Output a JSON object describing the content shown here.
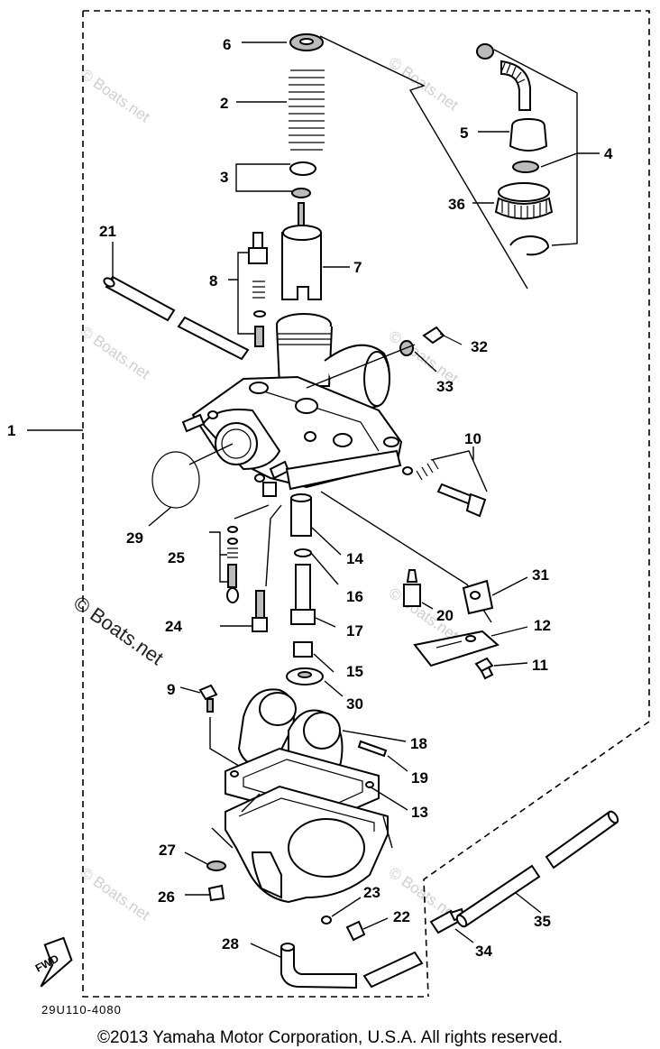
{
  "callouts": [
    {
      "id": "p1",
      "label": "1"
    },
    {
      "id": "p2",
      "label": "2"
    },
    {
      "id": "p3",
      "label": "3"
    },
    {
      "id": "p4",
      "label": "4"
    },
    {
      "id": "p5",
      "label": "5"
    },
    {
      "id": "p6",
      "label": "6"
    },
    {
      "id": "p7",
      "label": "7"
    },
    {
      "id": "p8",
      "label": "8"
    },
    {
      "id": "p9",
      "label": "9"
    },
    {
      "id": "p10",
      "label": "10"
    },
    {
      "id": "p11",
      "label": "11"
    },
    {
      "id": "p12",
      "label": "12"
    },
    {
      "id": "p13",
      "label": "13"
    },
    {
      "id": "p14",
      "label": "14"
    },
    {
      "id": "p15",
      "label": "15"
    },
    {
      "id": "p16",
      "label": "16"
    },
    {
      "id": "p17",
      "label": "17"
    },
    {
      "id": "p18",
      "label": "18"
    },
    {
      "id": "p19",
      "label": "19"
    },
    {
      "id": "p20",
      "label": "20"
    },
    {
      "id": "p21",
      "label": "21"
    },
    {
      "id": "p22",
      "label": "22"
    },
    {
      "id": "p23",
      "label": "23"
    },
    {
      "id": "p24",
      "label": "24"
    },
    {
      "id": "p25",
      "label": "25"
    },
    {
      "id": "p26",
      "label": "26"
    },
    {
      "id": "p27",
      "label": "27"
    },
    {
      "id": "p28",
      "label": "28"
    },
    {
      "id": "p29",
      "label": "29"
    },
    {
      "id": "p30",
      "label": "30"
    },
    {
      "id": "p31",
      "label": "31"
    },
    {
      "id": "p32",
      "label": "32"
    },
    {
      "id": "p33",
      "label": "33"
    },
    {
      "id": "p34",
      "label": "34"
    },
    {
      "id": "p35",
      "label": "35"
    },
    {
      "id": "p36",
      "label": "36"
    }
  ],
  "watermark_text": "© Boats.net",
  "diagram_code": "29U110-4080",
  "direction_label": "FWD",
  "copyright": "©2013 Yamaha Motor Corporation, U.S.A. All rights reserved."
}
